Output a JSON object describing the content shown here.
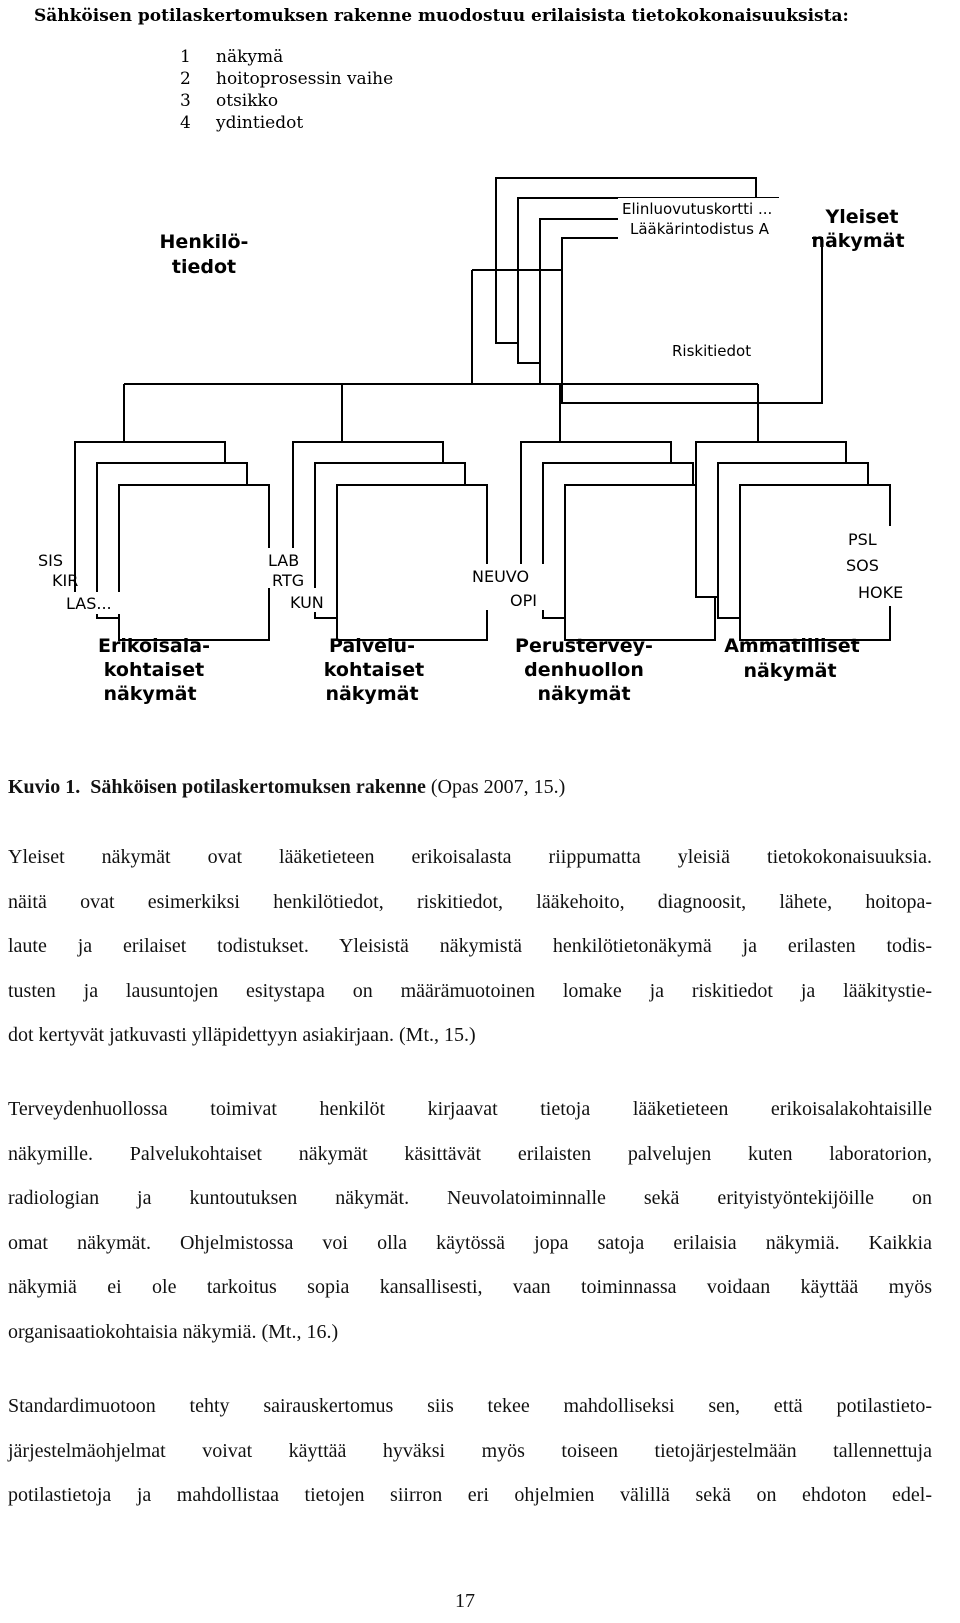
{
  "diagram": {
    "heading": "Sähköisen potilaskertomuksen rakenne muodostuu erilaisista tietokokonaisuuksista:",
    "legend": [
      {
        "num": "1",
        "label": "näkymä"
      },
      {
        "num": "2",
        "label": "hoitoprosessin vaihe"
      },
      {
        "num": "3",
        "label": "otsikko"
      },
      {
        "num": "4",
        "label": "ydintiedot"
      }
    ],
    "top": {
      "left_label_1": "Henkilö-",
      "left_label_2": "tiedot",
      "doc_line_1": "Elinluovutuskortti ...",
      "doc_line_2": "Lääkärintodistus A",
      "doc_bottom": "Riskitiedot",
      "group_1": "Yleiset",
      "group_2": "näkymät"
    },
    "branches": [
      {
        "items": [
          "SIS",
          "KIR",
          "LAS..."
        ],
        "title": [
          "Erikoisala-",
          "kohtaiset",
          "näkymät"
        ]
      },
      {
        "items": [
          "LAB",
          "RTG",
          "KUN"
        ],
        "title": [
          "Palvelu-",
          "kohtaiset",
          "näkymät"
        ]
      },
      {
        "items": [
          "NEUVO",
          "OPI"
        ],
        "title": [
          "Perustervey-",
          "denhuollon",
          "näkymät"
        ]
      },
      {
        "items": [
          "PSL",
          "SOS",
          "HOKE"
        ],
        "title": [
          "Ammatilliset",
          "näkymät"
        ]
      }
    ]
  },
  "caption": {
    "label": "Kuvio 1.",
    "title": "Sähköisen potilaskertomuksen rakenne",
    "source": "(Opas 2007, 15.)"
  },
  "paragraphs": [
    {
      "lines": [
        "Yleiset näkymät ovat lääketieteen erikoisalasta riippumatta yleisiä tietokokonaisuuksia.",
        "näitä ovat esimerkiksi henkilötiedot, riskitiedot, lääkehoito, diagnoosit, lähete, hoitopa-",
        "laute ja erilaiset todistukset. Yleisistä näkymistä henkilötietonäkymä ja erilasten todis-",
        "tusten ja lausuntojen esitystapa on määrämuotoinen lomake ja riskitiedot ja lääkitystie-",
        "dot kertyvät jatkuvasti ylläpidettyyn asiakirjaan. (Mt., 15.)"
      ]
    },
    {
      "lines": [
        "Terveydenhuollossa toimivat henkilöt kirjaavat tietoja lääketieteen erikoisalakohtaisille",
        "näkymille. Palvelukohtaiset näkymät käsittävät erilaisten palvelujen kuten laboratorion,",
        "radiologian ja kuntoutuksen näkymät. Neuvolatoiminnalle sekä erityistyöntekijöille on",
        "omat näkymät. Ohjelmistossa voi olla käytössä jopa satoja erilaisia näkymiä. Kaikkia",
        "näkymiä ei ole tarkoitus sopia kansallisesti, vaan toiminnassa voidaan käyttää myös",
        "organisaatiokohtaisia näkymiä. (Mt., 16.)"
      ]
    },
    {
      "lines": [
        "Standardimuotoon tehty sairauskertomus siis tekee mahdolliseksi sen, että potilastieto-",
        "järjestelmäohjelmat voivat käyttää hyväksi myös toiseen tietojärjestelmään tallennettuja",
        "potilastietoja ja mahdollistaa tietojen siirron eri ohjelmien välillä sekä on ehdoton edel-"
      ]
    }
  ],
  "page_number": "17"
}
